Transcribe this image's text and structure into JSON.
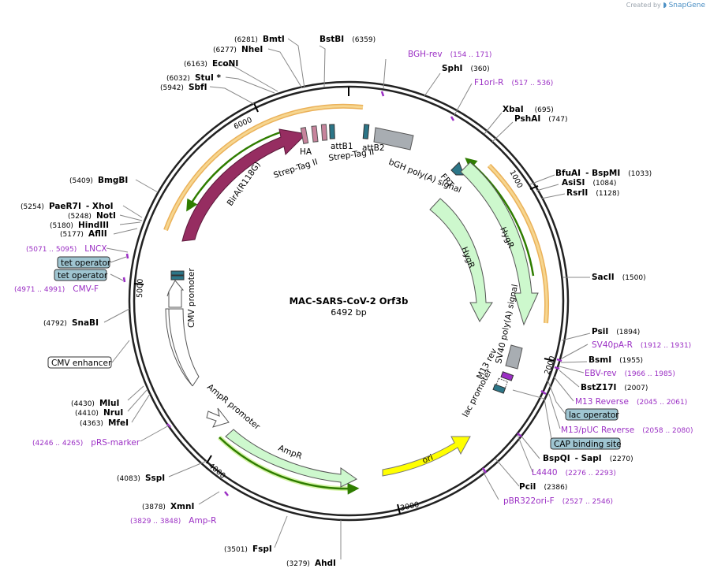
{
  "credit": {
    "prefix": "Created by",
    "brand": "SnapGene"
  },
  "map": {
    "name": "MAC-SARS-CoV-2 Orf3b",
    "length": "6492 bp"
  },
  "ticks": [
    "1000",
    "2000",
    "3000",
    "4000",
    "5000",
    "6000"
  ],
  "features": [
    {
      "id": "bira",
      "label": "BirA(R118G)",
      "color": "#962d61"
    },
    {
      "id": "ha",
      "label": "HA",
      "color": "#c7839c"
    },
    {
      "id": "strep1",
      "label": "Strep-Tag II",
      "color": "#c7839c"
    },
    {
      "id": "strep2",
      "label": "Strep-Tag II",
      "color": "#c7839c"
    },
    {
      "id": "attb1",
      "label": "attB1",
      "color": "#2c7688"
    },
    {
      "id": "attb2",
      "label": "attB2",
      "color": "#2c7688"
    },
    {
      "id": "bgh",
      "label": "bGH poly(A) signal",
      "color": "#a8adb2"
    },
    {
      "id": "frt",
      "label": "FRT",
      "color": "#2c7688"
    },
    {
      "id": "hygr_outer",
      "label": "HygR",
      "color": "#cdf8cd"
    },
    {
      "id": "hygr_inner",
      "label": "HygR",
      "color": "#cdf8cd"
    },
    {
      "id": "sv40",
      "label": "SV40 poly(A) signal",
      "color": "#a8adb2"
    },
    {
      "id": "m13rev",
      "label": "M13 rev",
      "color": "#9b2fc4"
    },
    {
      "id": "lacprom",
      "label": "lac promoter",
      "color": "#2c7688"
    },
    {
      "id": "ori",
      "label": "ori",
      "color": "#ffff00"
    },
    {
      "id": "ampr",
      "label": "AmpR",
      "color": "#cdf8cd"
    },
    {
      "id": "ampprom",
      "label": "AmpR promoter",
      "color": "#ffffff"
    },
    {
      "id": "cmvenh",
      "label": "CMV enhancer",
      "color": "#ffffff"
    },
    {
      "id": "cmvprom",
      "label": "CMV promoter",
      "color": "#ffffff"
    },
    {
      "id": "tetop",
      "label": "tet operator",
      "color": "#2c7688"
    }
  ],
  "sites": [
    {
      "name": "BmtI",
      "pos": "(6281)"
    },
    {
      "name": "NheI",
      "pos": "(6277)"
    },
    {
      "name": "BstBI",
      "pos": "(6359)"
    },
    {
      "name": "EcoNI",
      "pos": "(6163)"
    },
    {
      "name": "StuI *",
      "pos": "(6032)"
    },
    {
      "name": "SbfI",
      "pos": "(5942)"
    },
    {
      "name": "SphI",
      "pos": "(360)"
    },
    {
      "name": "XbaI",
      "pos": "(695)"
    },
    {
      "name": "PshAI",
      "pos": "(747)"
    },
    {
      "name": "BfuAI",
      "pos": "(1033)",
      "extra": "- BspMI"
    },
    {
      "name": "AsiSI",
      "pos": "(1084)"
    },
    {
      "name": "RsrII",
      "pos": "(1128)"
    },
    {
      "name": "SacII",
      "pos": "(1500)"
    },
    {
      "name": "PsiI",
      "pos": "(1894)"
    },
    {
      "name": "BsmI",
      "pos": "(1955)"
    },
    {
      "name": "BstZ17I",
      "pos": "(2007)"
    },
    {
      "name": "BspQI",
      "pos": "(2270)",
      "extra": "- SapI"
    },
    {
      "name": "PciI",
      "pos": "(2386)"
    },
    {
      "name": "AhdI",
      "pos": "(3279)"
    },
    {
      "name": "FspI",
      "pos": "(3501)"
    },
    {
      "name": "XmnI",
      "pos": "(3878)"
    },
    {
      "name": "SspI",
      "pos": "(4083)"
    },
    {
      "name": "MfeI",
      "pos": "(4363)"
    },
    {
      "name": "NruI",
      "pos": "(4410)"
    },
    {
      "name": "MluI",
      "pos": "(4430)"
    },
    {
      "name": "SnaBI",
      "pos": "(4792)"
    },
    {
      "name": "AflII",
      "pos": "(5177)"
    },
    {
      "name": "HindIII",
      "pos": "(5180)"
    },
    {
      "name": "NotI",
      "pos": "(5248)"
    },
    {
      "name": "PaeR7I",
      "pos": "(5254)",
      "extra": "- XhoI"
    },
    {
      "name": "BmgBI",
      "pos": "(5409)"
    }
  ],
  "primers": [
    {
      "name": "BGH-rev",
      "range": "(154 .. 171)"
    },
    {
      "name": "F1ori-R",
      "range": "(517 .. 536)"
    },
    {
      "name": "SV40pA-R",
      "range": "(1912 .. 1931)"
    },
    {
      "name": "EBV-rev",
      "range": "(1966 .. 1985)"
    },
    {
      "name": "M13 Reverse",
      "range": "(2045 .. 2061)"
    },
    {
      "name": "M13/pUC Reverse",
      "range": "(2058 .. 2080)"
    },
    {
      "name": "L4440",
      "range": "(2276 .. 2293)"
    },
    {
      "name": "pBR322ori-F",
      "range": "(2527 .. 2546)"
    },
    {
      "name": "Amp-R",
      "range": "(3829 .. 3848)"
    },
    {
      "name": "pRS-marker",
      "range": "(4246 .. 4265)"
    },
    {
      "name": "CMV-F",
      "range": "(4971 .. 4991)"
    },
    {
      "name": "LNCX",
      "range": "(5071 .. 5095)"
    }
  ],
  "boxed_labels": [
    "tet operator",
    "tet operator",
    "CMV enhancer",
    "lac operator",
    "CAP binding site"
  ]
}
